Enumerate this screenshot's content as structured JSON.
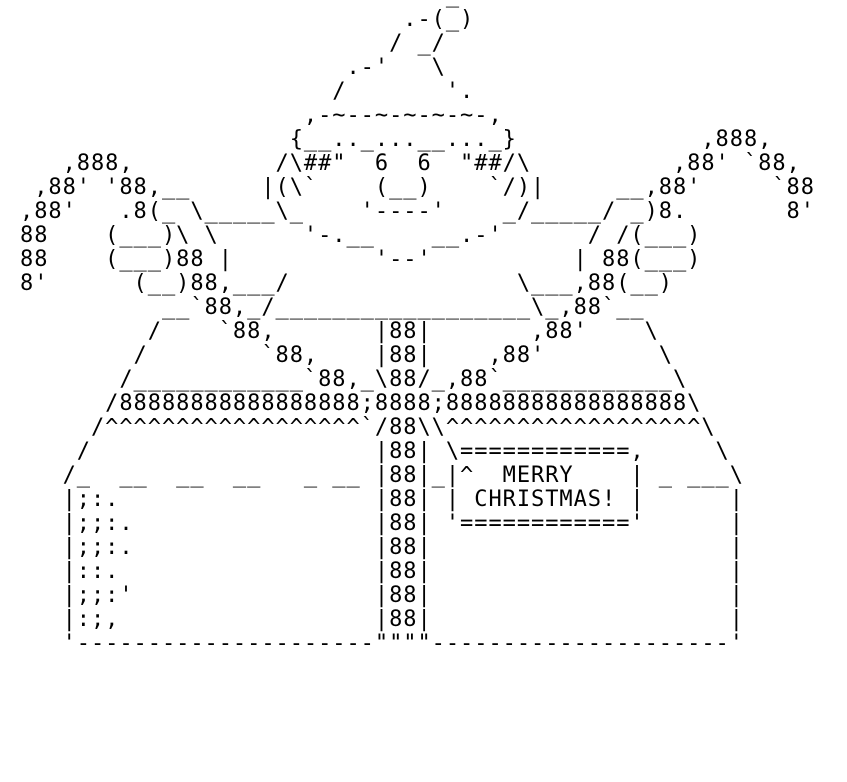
{
  "colors": {
    "background": "#ffffff",
    "text": "#000000"
  },
  "art": {
    "lines": [
      "                              _",
      "                           .-(_)",
      "                          / _/",
      "                       .-'   \\",
      "                      /       '.",
      "                    ,-~--~-~-~-~-,",
      "                   {__.._...__..._}             ,888,",
      "   ,888,          /\\##\"  6  6  \"##/\\          ,88' `88,",
      " ,88' '88,__     |(\\`    (__)    `/)|     __,88'     `88",
      ",88'   .8(_ \\_____\\_    '----'    _/_____/ _)8.       8'",
      "88    (___)\\ \\      '-.__    __.-'      / /(___)",
      "88    (___)88 |          '--'          | 88(___)",
      "8'      (__)88,___/                \\___,88(__)",
      "          __`88,_/__________________\\_,88`__",
      "         /    `88,       |88|       ,88'    \\",
      "        /        `88,    |88|    ,88'        \\",
      "       /____________`88,_\\88/_,88`____________\\",
      "      /88888888888888888;8888;88888888888888888\\",
      "     /^^^^^^^^^^^^^^^^^^`/88\\\\^^^^^^^^^^^^^^^^^^\\",
      "    /                    |88| \\============,     \\",
      "   /_  __  __  __   _ __ |88|_|^  MERRY    | _ ___\\",
      "   |;:.                  |88| | CHRISTMAS! |      |",
      "   |;;:.                 |88| '============'      |",
      "   |;;:.                 |88|                     |",
      "   |::.                  |88|                     |",
      "   |;;:'                 |88|                     |",
      "   |:;,                  |88|                     |",
      "   '---------------------\"\"\"\"---------------------'"
    ]
  }
}
